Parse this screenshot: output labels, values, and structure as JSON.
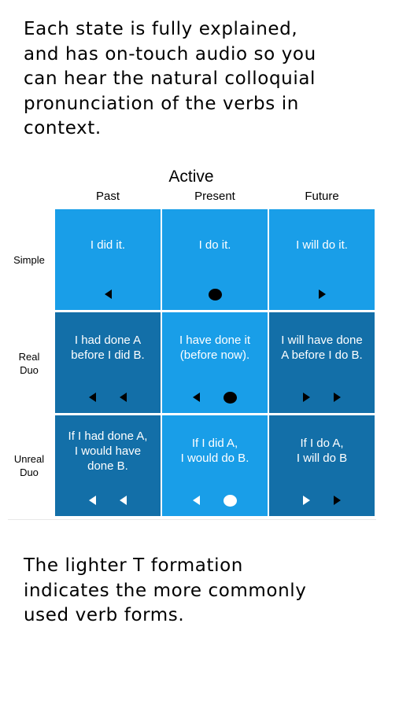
{
  "intro": {
    "line1": "Each state is fully explained,",
    "line2": "and has on-touch audio so you",
    "line3": "can hear the natural colloquial",
    "line4": "pronunciation of the verbs in",
    "line5": "context."
  },
  "table": {
    "title": "Active",
    "columns": [
      "Past",
      "Present",
      "Future"
    ],
    "rows": [
      "Simple",
      "Real\nDuo",
      "Unreal\nDuo"
    ],
    "cells": [
      [
        "I did it.",
        "I do it.",
        "I will do it."
      ],
      [
        "I had done A\nbefore I did B.",
        "I have done it\n(before now).",
        "I will have done\nA before I do B."
      ],
      [
        "If I had done A,\nI would have\ndone B.",
        "If I did A,\nI would do B.",
        "If I do A,\nI will do B"
      ]
    ],
    "colors": {
      "light": "#199ee8",
      "dark": "#136fa8"
    },
    "icons": {
      "left": "triangle-left-icon",
      "right": "triangle-right-icon",
      "dot": "dot-icon"
    }
  },
  "footer": {
    "line1": "The lighter T formation",
    "line2": "indicates the more commonly",
    "line3": "used verb forms."
  }
}
